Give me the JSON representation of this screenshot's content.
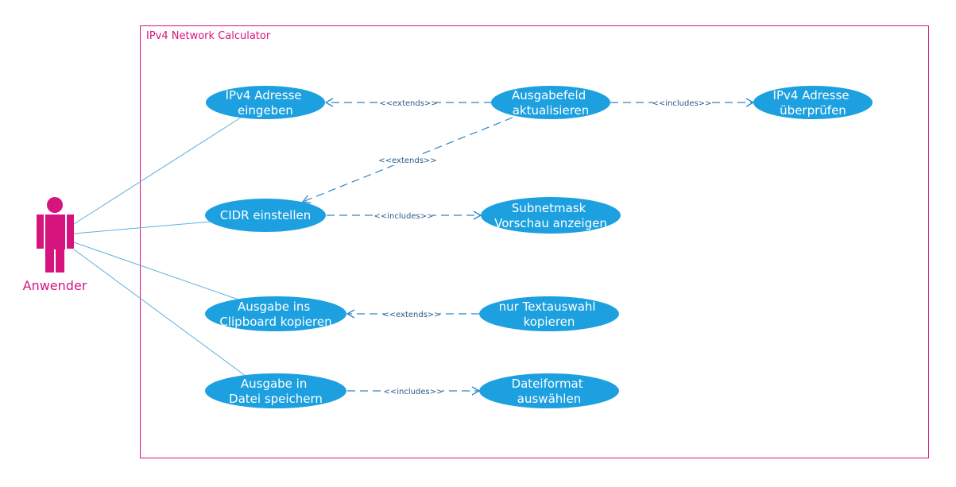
{
  "colors": {
    "accent": "#d6147e",
    "usecase_fill": "#1da0df",
    "usecase_text": "#ffffff",
    "line": "#5fb0dc",
    "dash": "#2a86c5",
    "label": "#2a5a88"
  },
  "system": {
    "title": "IPv4 Network Calculator"
  },
  "actor": {
    "name": "Anwender",
    "icon": "person-icon"
  },
  "use_cases": [
    {
      "id": "ipv4_eingeben",
      "lines": [
        "IPv4 Adresse",
        "eingeben"
      ]
    },
    {
      "id": "cidr_einstellen",
      "lines": [
        "CIDR einstellen"
      ]
    },
    {
      "id": "clipboard",
      "lines": [
        "Ausgabe ins",
        "Clipboard kopieren"
      ]
    },
    {
      "id": "datei",
      "lines": [
        "Ausgabe in",
        "Datei speichern"
      ]
    },
    {
      "id": "ausgabefeld",
      "lines": [
        "Ausgabefeld",
        "aktualisieren"
      ]
    },
    {
      "id": "ueberpruefen",
      "lines": [
        "IPv4 Adresse",
        "überprüfen"
      ]
    },
    {
      "id": "subnetmask",
      "lines": [
        "Subnetmask",
        "Vorschau anzeigen"
      ]
    },
    {
      "id": "textauswahl",
      "lines": [
        "nur Textauswahl",
        "kopieren"
      ]
    },
    {
      "id": "dateiformat",
      "lines": [
        "Dateiformat",
        "auswählen"
      ]
    }
  ],
  "relations": [
    {
      "from": "ausgabefeld",
      "to": "ipv4_eingeben",
      "label": "<<extends>>"
    },
    {
      "from": "ausgabefeld",
      "to": "ueberpruefen",
      "label": "<<includes>>"
    },
    {
      "from": "ausgabefeld",
      "to": "cidr_einstellen",
      "label": "<<extends>>"
    },
    {
      "from": "cidr_einstellen",
      "to": "subnetmask",
      "label": "<<includes>>"
    },
    {
      "from": "textauswahl",
      "to": "clipboard",
      "label": "<<extends>>"
    },
    {
      "from": "datei",
      "to": "dateiformat",
      "label": "<<includes>>"
    }
  ]
}
